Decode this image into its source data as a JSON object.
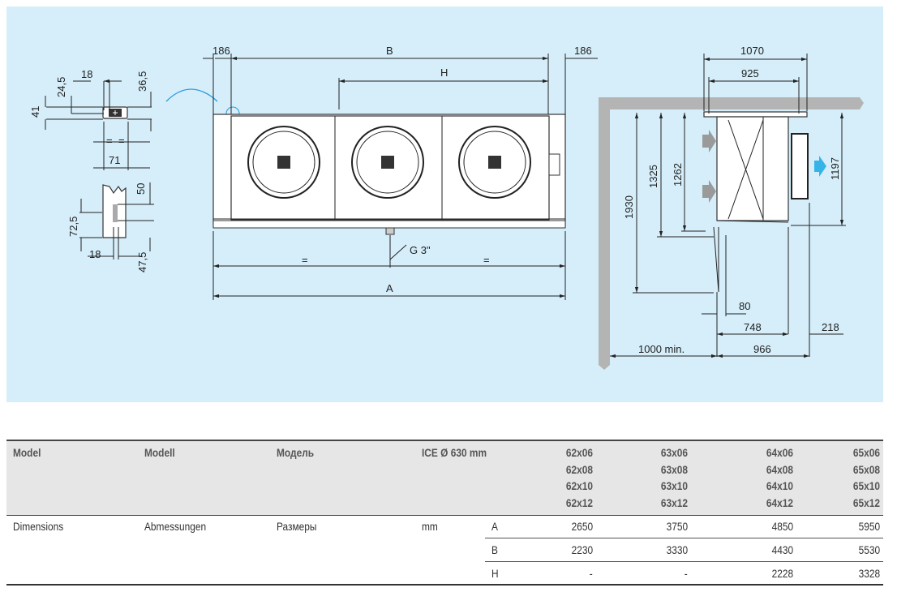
{
  "drawing": {
    "detail": {
      "d18a": "18",
      "d24_5": "24,5",
      "d36_5": "36,5",
      "d41": "41",
      "eq": "=",
      "d71": "71",
      "d50": "50",
      "d72_5": "72,5",
      "d18b": "18",
      "d47_5": "47,5"
    },
    "front": {
      "d186l": "186",
      "B": "B",
      "d186r": "186",
      "H": "H",
      "G": "G 3\"",
      "eq": "=",
      "A": "A"
    },
    "side": {
      "d1070": "1070",
      "d925": "925",
      "d1930": "1930",
      "d1325": "1325",
      "d1262": "1262",
      "d1197": "1197",
      "d80": "80",
      "d748": "748",
      "d218": "218",
      "d1000": "1000 min.",
      "d966": "966"
    },
    "colors": {
      "panel": "#d5eefa",
      "wall": "#b4b4b4",
      "airflow_in": "#9a9a9a",
      "airflow_out": "#36b4e8"
    }
  },
  "table": {
    "header": {
      "c1": "Model",
      "c2": "Modell",
      "c3": "Модель",
      "c4": "ICE Ø 630 mm",
      "models": [
        [
          "62x06",
          "62x08",
          "62x10",
          "62x12"
        ],
        [
          "63x06",
          "63x08",
          "63x10",
          "63x12"
        ],
        [
          "64x06",
          "64x08",
          "64x10",
          "64x12"
        ],
        [
          "65x06",
          "65x08",
          "65x10",
          "65x12"
        ]
      ]
    },
    "row": {
      "c1": "Dimensions",
      "c2": "Abmessungen",
      "c3": "Размеры",
      "unit": "mm"
    },
    "dims": [
      {
        "k": "A",
        "v": [
          "2650",
          "3750",
          "4850",
          "5950"
        ]
      },
      {
        "k": "B",
        "v": [
          "2230",
          "3330",
          "4430",
          "5530"
        ]
      },
      {
        "k": "H",
        "v": [
          "-",
          "-",
          "2228",
          "3328"
        ]
      }
    ]
  }
}
